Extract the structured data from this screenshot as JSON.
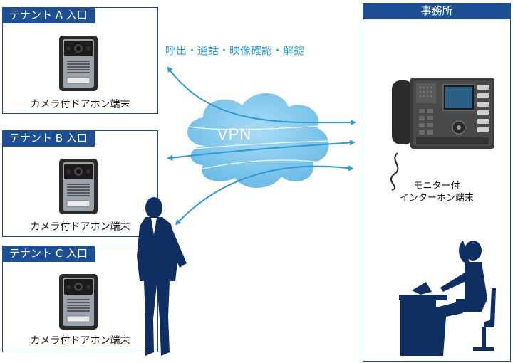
{
  "tenants": [
    {
      "label": "テナント A 入口",
      "device": "カメラ付ドアホン端末"
    },
    {
      "label": "テナント B 入口",
      "device": "カメラ付ドアホン端末"
    },
    {
      "label": "テナント C 入口",
      "device": "カメラ付ドアホン端末"
    }
  ],
  "office": {
    "label": "事務所",
    "device_line1": "モニター付",
    "device_line2": "インターホン端末"
  },
  "network": {
    "label": "VPN"
  },
  "functions": "呼出・通話・映像確認・解錠",
  "colors": {
    "header": "#1c4f93",
    "arrow": "#2a9ad8",
    "cloud": "#8dcdf0",
    "silhouette": "#0f2f63"
  }
}
